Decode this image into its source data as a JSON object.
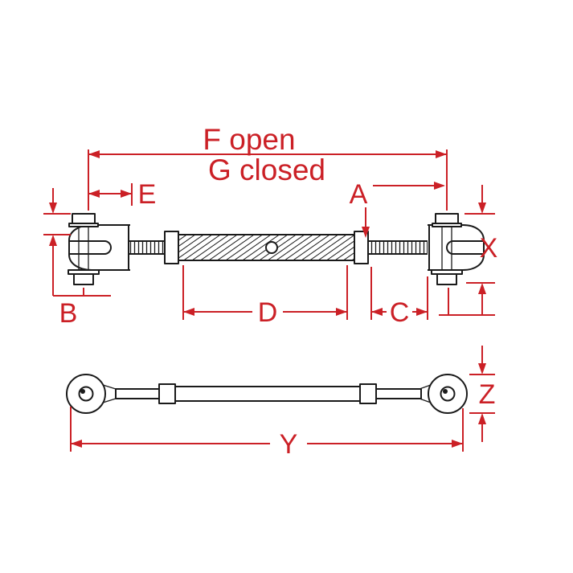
{
  "diagram": {
    "subject": "jaw-and-jaw turnbuckle dimension drawing, side view and top view",
    "labels": {
      "f": "F open",
      "g": "G closed",
      "e": "E",
      "a": "A",
      "x": "X",
      "b": "B",
      "d": "D",
      "c": "C",
      "y": "Y",
      "z": "Z"
    },
    "colors": {
      "dimension": "#cb2026",
      "line": "#1a1a1a",
      "background": "#ffffff"
    }
  }
}
